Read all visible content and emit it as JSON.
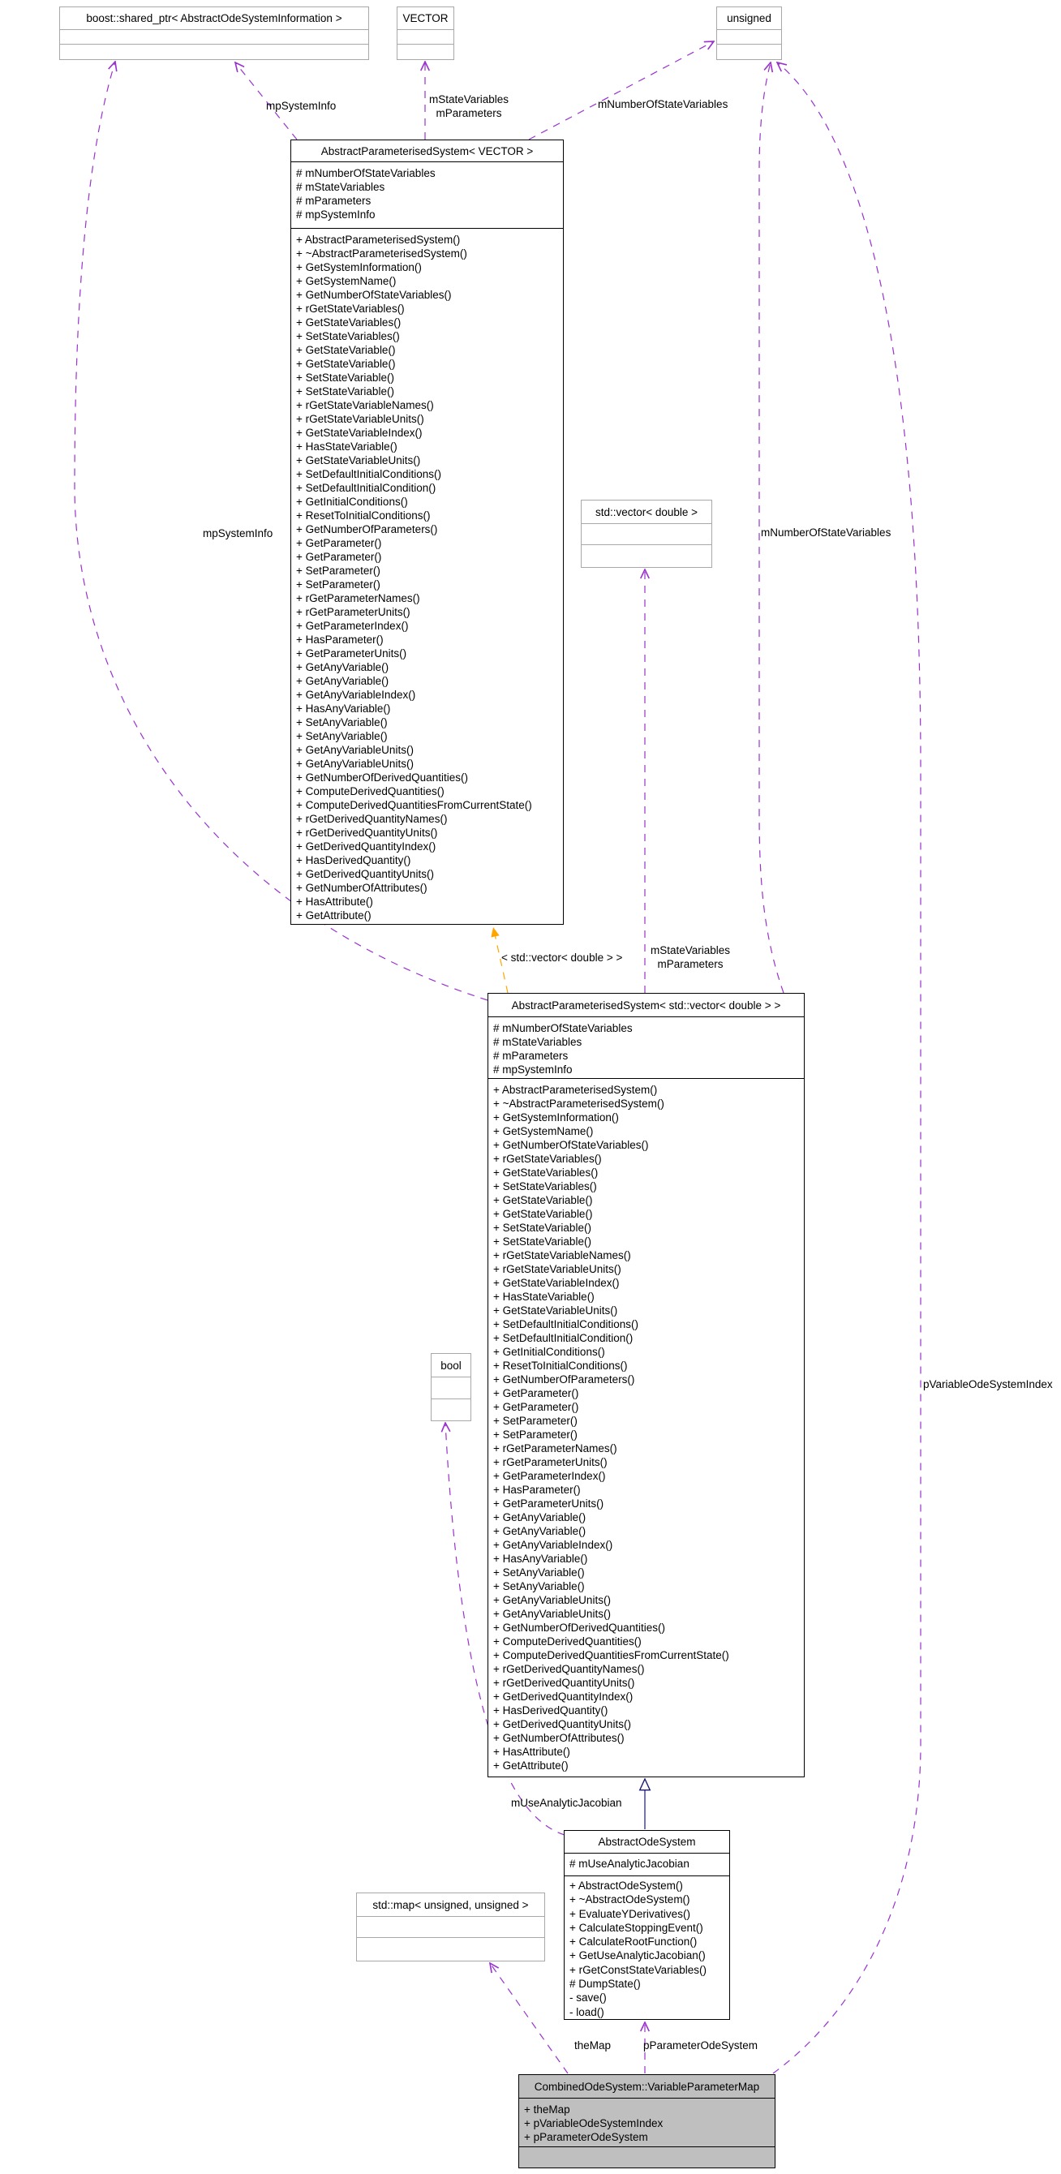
{
  "diagram_type": "collaboration-graph",
  "colors": {
    "usage_edge": "#9a32cd",
    "template_edge": "#ffa500",
    "inheritance_edge": "#191970",
    "highlight_fill": "#bfbfbf",
    "type_node_border": "#a8a8a8",
    "class_node_border": "#000000"
  },
  "classes": {
    "boost_shared_ptr": {
      "title": "boost::shared_ptr< AbstractOdeSystemInformation >"
    },
    "vector_t": {
      "title": "VECTOR"
    },
    "unsigned_t": {
      "title": "unsigned"
    },
    "std_vector_double": {
      "title": "std::vector< double >"
    },
    "bool_t": {
      "title": "bool"
    },
    "std_map": {
      "title": "std::map< unsigned, unsigned >"
    },
    "aps_vector": {
      "title": "AbstractParameterisedSystem< VECTOR >",
      "fields": [
        "# mNumberOfStateVariables",
        "# mStateVariables",
        "# mParameters",
        "# mpSystemInfo"
      ],
      "methods": [
        "+ AbstractParameterisedSystem()",
        "+ ~AbstractParameterisedSystem()",
        "+ GetSystemInformation()",
        "+ GetSystemName()",
        "+ GetNumberOfStateVariables()",
        "+ rGetStateVariables()",
        "+ GetStateVariables()",
        "+ SetStateVariables()",
        "+ GetStateVariable()",
        "+ GetStateVariable()",
        "+ SetStateVariable()",
        "+ SetStateVariable()",
        "+ rGetStateVariableNames()",
        "+ rGetStateVariableUnits()",
        "+ GetStateVariableIndex()",
        "+ HasStateVariable()",
        "+ GetStateVariableUnits()",
        "+ SetDefaultInitialConditions()",
        "+ SetDefaultInitialCondition()",
        "+ GetInitialConditions()",
        "+ ResetToInitialConditions()",
        "+ GetNumberOfParameters()",
        "+ GetParameter()",
        "+ GetParameter()",
        "+ SetParameter()",
        "+ SetParameter()",
        "+ rGetParameterNames()",
        "+ rGetParameterUnits()",
        "+ GetParameterIndex()",
        "+ HasParameter()",
        "+ GetParameterUnits()",
        "+ GetAnyVariable()",
        "+ GetAnyVariable()",
        "+ GetAnyVariableIndex()",
        "+ HasAnyVariable()",
        "+ SetAnyVariable()",
        "+ SetAnyVariable()",
        "+ GetAnyVariableUnits()",
        "+ GetAnyVariableUnits()",
        "+ GetNumberOfDerivedQuantities()",
        "+ ComputeDerivedQuantities()",
        "+ ComputeDerivedQuantitiesFromCurrentState()",
        "+ rGetDerivedQuantityNames()",
        "+ rGetDerivedQuantityUnits()",
        "+ GetDerivedQuantityIndex()",
        "+ HasDerivedQuantity()",
        "+ GetDerivedQuantityUnits()",
        "+ GetNumberOfAttributes()",
        "+ HasAttribute()",
        "+ GetAttribute()"
      ]
    },
    "aps_std_vector": {
      "title": "AbstractParameterisedSystem< std::vector< double > >",
      "fields": [
        "# mNumberOfStateVariables",
        "# mStateVariables",
        "# mParameters",
        "# mpSystemInfo"
      ],
      "methods": [
        "+ AbstractParameterisedSystem()",
        "+ ~AbstractParameterisedSystem()",
        "+ GetSystemInformation()",
        "+ GetSystemName()",
        "+ GetNumberOfStateVariables()",
        "+ rGetStateVariables()",
        "+ GetStateVariables()",
        "+ SetStateVariables()",
        "+ GetStateVariable()",
        "+ GetStateVariable()",
        "+ SetStateVariable()",
        "+ SetStateVariable()",
        "+ rGetStateVariableNames()",
        "+ rGetStateVariableUnits()",
        "+ GetStateVariableIndex()",
        "+ HasStateVariable()",
        "+ GetStateVariableUnits()",
        "+ SetDefaultInitialConditions()",
        "+ SetDefaultInitialCondition()",
        "+ GetInitialConditions()",
        "+ ResetToInitialConditions()",
        "+ GetNumberOfParameters()",
        "+ GetParameter()",
        "+ GetParameter()",
        "+ SetParameter()",
        "+ SetParameter()",
        "+ rGetParameterNames()",
        "+ rGetParameterUnits()",
        "+ GetParameterIndex()",
        "+ HasParameter()",
        "+ GetParameterUnits()",
        "+ GetAnyVariable()",
        "+ GetAnyVariable()",
        "+ GetAnyVariableIndex()",
        "+ HasAnyVariable()",
        "+ SetAnyVariable()",
        "+ SetAnyVariable()",
        "+ GetAnyVariableUnits()",
        "+ GetAnyVariableUnits()",
        "+ GetNumberOfDerivedQuantities()",
        "+ ComputeDerivedQuantities()",
        "+ ComputeDerivedQuantitiesFromCurrentState()",
        "+ rGetDerivedQuantityNames()",
        "+ rGetDerivedQuantityUnits()",
        "+ GetDerivedQuantityIndex()",
        "+ HasDerivedQuantity()",
        "+ GetDerivedQuantityUnits()",
        "+ GetNumberOfAttributes()",
        "+ HasAttribute()",
        "+ GetAttribute()"
      ]
    },
    "abstract_ode_system": {
      "title": "AbstractOdeSystem",
      "fields": [
        "# mUseAnalyticJacobian"
      ],
      "methods": [
        "+ AbstractOdeSystem()",
        "+ ~AbstractOdeSystem()",
        "+ EvaluateYDerivatives()",
        "+ CalculateStoppingEvent()",
        "+ CalculateRootFunction()",
        "+ GetUseAnalyticJacobian()",
        "+ rGetConstStateVariables()",
        "# DumpState()",
        "- save()",
        "- load()"
      ]
    },
    "combined": {
      "title": "CombinedOdeSystem::VariableParameterMap",
      "fields": [
        "+ theMap",
        "+ pVariableOdeSystemIndex",
        "+ pParameterOdeSystem"
      ]
    }
  },
  "edge_labels": {
    "mp_system_info_vector": "mpSystemInfo",
    "m_state_variables_vector": "mStateVariables",
    "m_parameters_vector": "mParameters",
    "m_number_of_state_variables_vector": "mNumberOfStateVariables",
    "mp_system_info_std": "mpSystemInfo",
    "m_number_of_state_variables_std": "mNumberOfStateVariables",
    "template_instantiation": "< std::vector< double > >",
    "m_state_variables_std": "mStateVariables",
    "m_parameters_std": "mParameters",
    "m_use_analytic_jacobian": "mUseAnalyticJacobian",
    "p_variable_ode_system_index": "pVariableOdeSystemIndex",
    "the_map": "theMap",
    "p_parameter_ode_system": "pParameterOdeSystem"
  },
  "edges": [
    {
      "from": "AbstractParameterisedSystem< VECTOR >",
      "to": "boost::shared_ptr< AbstractOdeSystemInformation >",
      "label": "mpSystemInfo",
      "type": "usage"
    },
    {
      "from": "AbstractParameterisedSystem< VECTOR >",
      "to": "VECTOR",
      "label": "mStateVariables mParameters",
      "type": "usage"
    },
    {
      "from": "AbstractParameterisedSystem< VECTOR >",
      "to": "unsigned",
      "label": "mNumberOfStateVariables",
      "type": "usage"
    },
    {
      "from": "AbstractParameterisedSystem< std::vector< double > >",
      "to": "boost::shared_ptr< AbstractOdeSystemInformation >",
      "label": "mpSystemInfo",
      "type": "usage"
    },
    {
      "from": "AbstractParameterisedSystem< std::vector< double > >",
      "to": "unsigned",
      "label": "mNumberOfStateVariables",
      "type": "usage"
    },
    {
      "from": "AbstractParameterisedSystem< std::vector< double > >",
      "to": "std::vector< double >",
      "label": "mStateVariables mParameters",
      "type": "usage"
    },
    {
      "from": "AbstractParameterisedSystem< std::vector< double > >",
      "to": "AbstractParameterisedSystem< VECTOR >",
      "label": "< std::vector< double > >",
      "type": "template-instantiation"
    },
    {
      "from": "AbstractOdeSystem",
      "to": "AbstractParameterisedSystem< std::vector< double > >",
      "label": "",
      "type": "inheritance"
    },
    {
      "from": "AbstractOdeSystem",
      "to": "bool",
      "label": "mUseAnalyticJacobian",
      "type": "usage"
    },
    {
      "from": "CombinedOdeSystem::VariableParameterMap",
      "to": "std::map< unsigned, unsigned >",
      "label": "theMap",
      "type": "usage"
    },
    {
      "from": "CombinedOdeSystem::VariableParameterMap",
      "to": "AbstractOdeSystem",
      "label": "pParameterOdeSystem",
      "type": "usage"
    },
    {
      "from": "CombinedOdeSystem::VariableParameterMap",
      "to": "unsigned",
      "label": "pVariableOdeSystemIndex",
      "type": "usage"
    }
  ]
}
